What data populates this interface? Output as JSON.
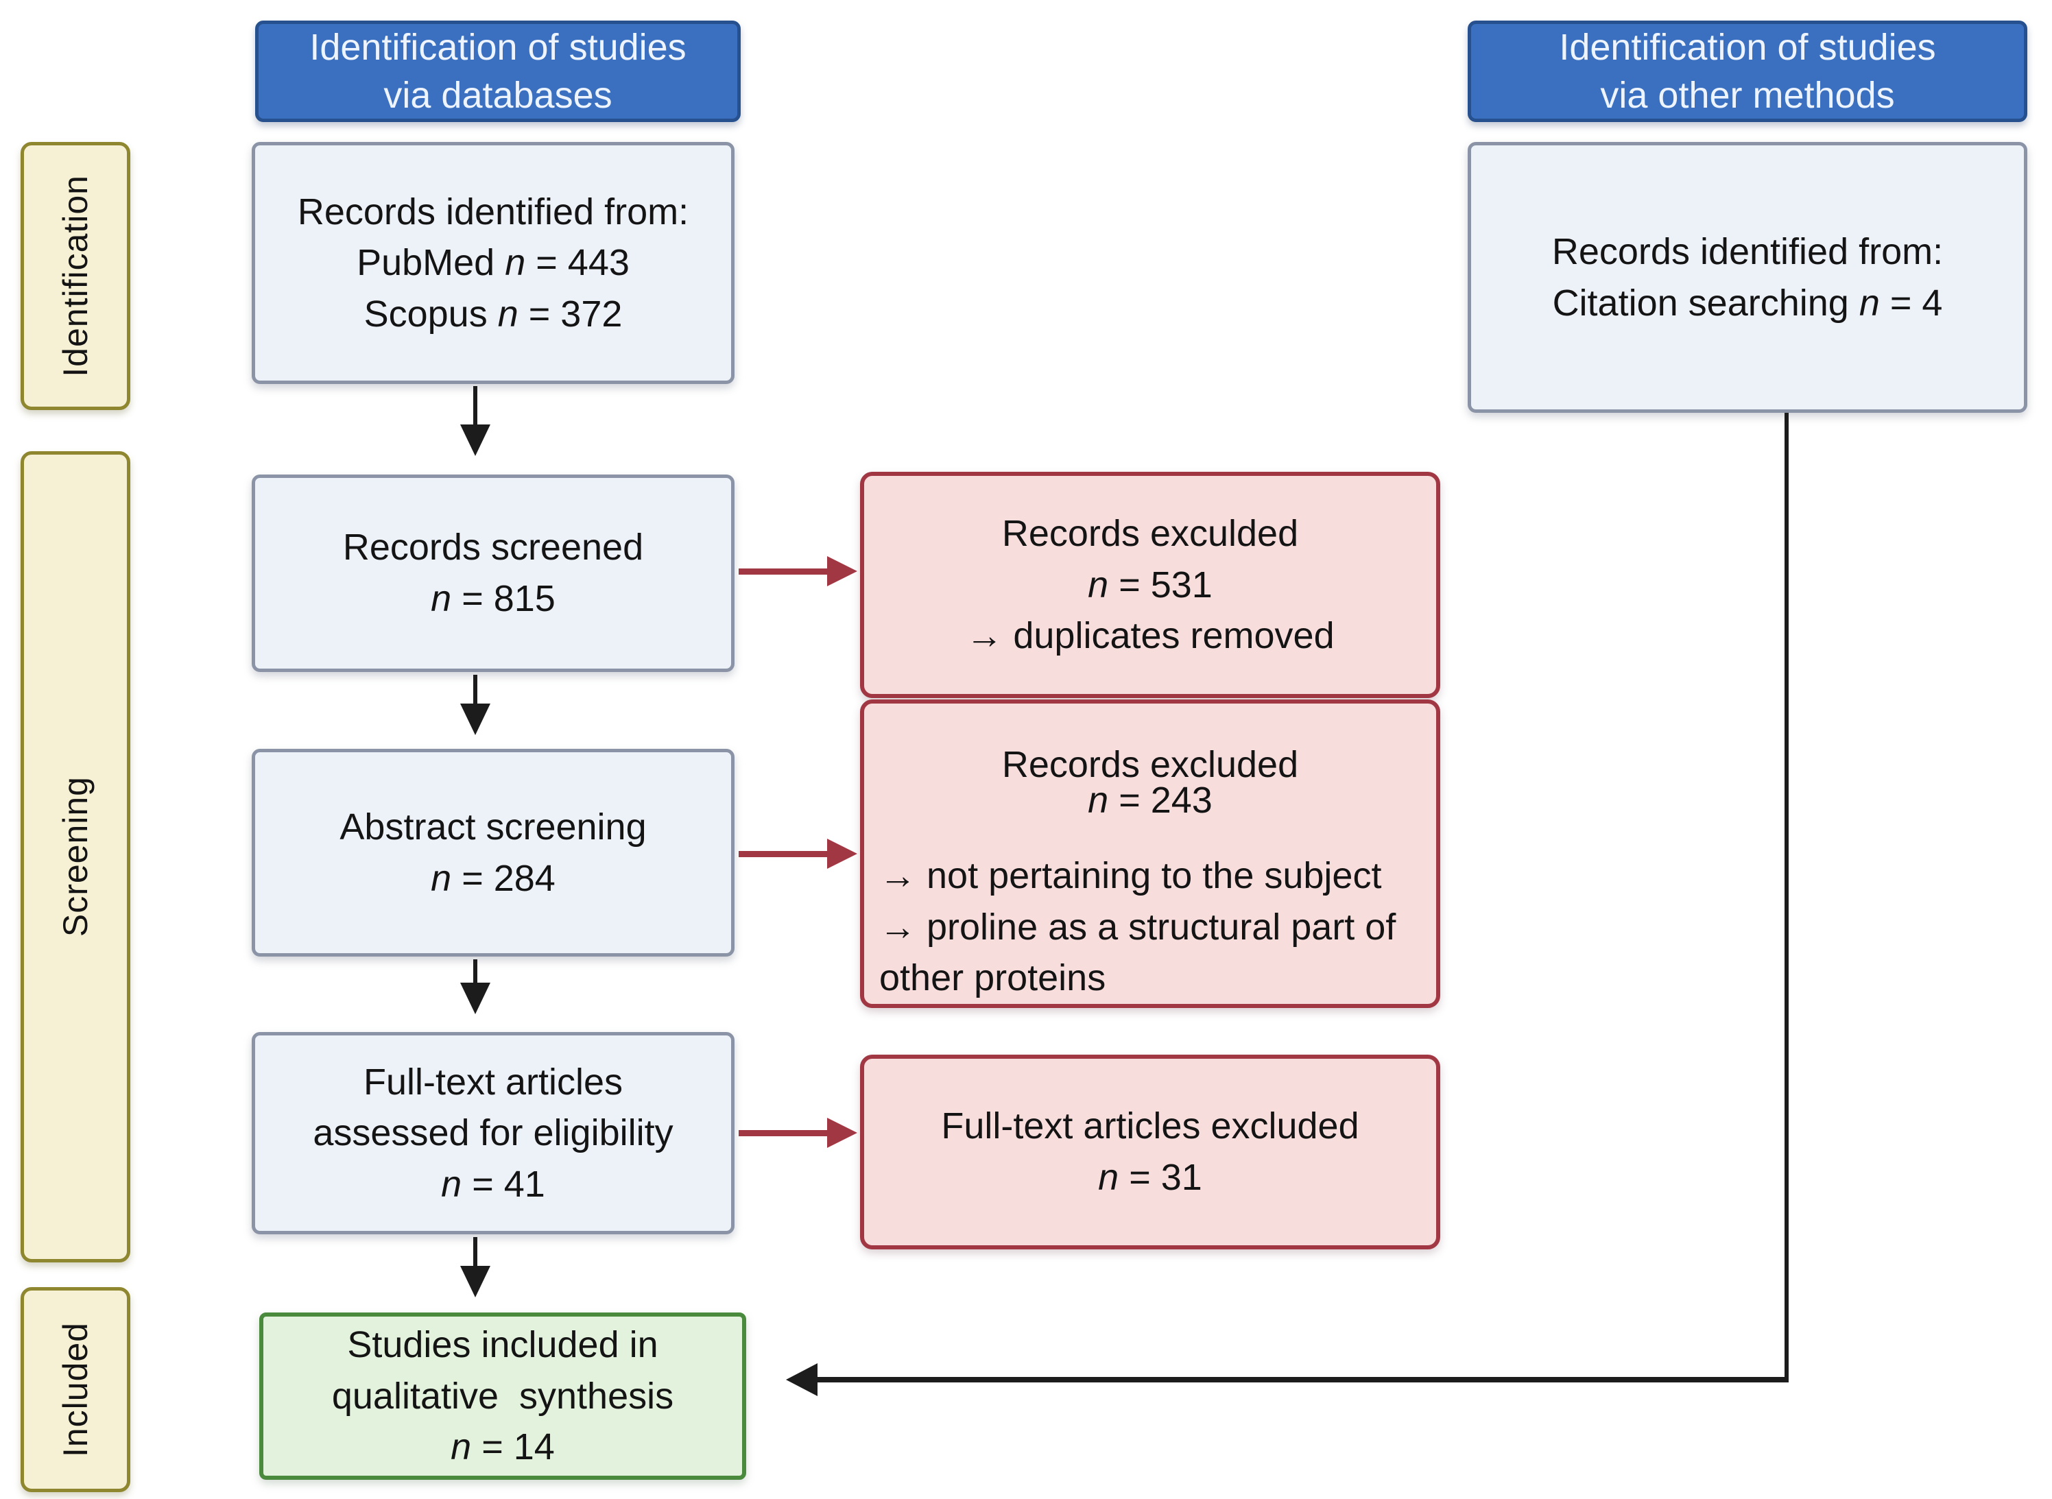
{
  "sidebar": {
    "identification": "Identification",
    "screening": "Screening",
    "included": "Included"
  },
  "headers": {
    "databases_line1": "Identification of studies",
    "databases_line2": "via databases",
    "other_line1": "Identification of studies",
    "other_line2": "via other methods"
  },
  "flow": {
    "records_identified": {
      "title": "Records identified from:",
      "source1_name": "PubMed ",
      "source1_n": "n",
      "source1_val": " = 443",
      "source2_name": "Scopus ",
      "source2_n": "n",
      "source2_val": " = 372"
    },
    "records_screened": {
      "title": "Records screened",
      "n": "n",
      "val": " = 815"
    },
    "abstract_screening": {
      "title": "Abstract screening",
      "n": "n",
      "val": " = 284"
    },
    "fulltext_assessed": {
      "title1": "Full-text articles",
      "title2": "assessed for eligibility",
      "n": "n",
      "val": " = 41"
    },
    "studies_included": {
      "title1": "Studies included in",
      "title2": "qualitative  synthesis",
      "n": "n",
      "val": " = 14"
    },
    "other_methods": {
      "title": "Records identified from:",
      "source_name": "Citation searching ",
      "source_n": "n",
      "source_val": " = 4"
    }
  },
  "excluded": {
    "box1": {
      "title": "Records exculded",
      "n": "n",
      "val": " = 531",
      "reason1": "→ duplicates removed"
    },
    "box2": {
      "title": "Records excluded",
      "n": "n",
      "val": " = 243",
      "reason1": "→ not pertaining to the subject",
      "reason2": "→ proline as a structural part of",
      "reason2_cont": "other proteins"
    },
    "box3": {
      "title": "Full-text articles excluded",
      "n": "n",
      "val": " = 31"
    }
  },
  "colors": {
    "header_fill": "#3b70c0",
    "header_border": "#27508e",
    "light_fill": "#edf1f8",
    "light_border": "#8b94a7",
    "excluded_fill": "#f8dddd",
    "excluded_border": "#a23744",
    "included_fill": "#e3f2dc",
    "included_border": "#4a8a3c",
    "stage_fill": "#f6f1d4",
    "stage_border": "#8f8630",
    "arrow_black": "#1c1c1c",
    "arrow_red": "#a23744"
  }
}
